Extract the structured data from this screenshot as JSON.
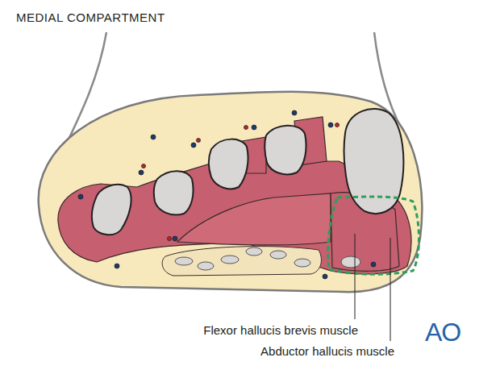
{
  "diagram": {
    "title": "MEDIAL COMPARTMENT",
    "labels": [
      "Flexor hallucis brevis muscle",
      "Abductor hallucis muscle",
      "AO"
    ]
  }
}
